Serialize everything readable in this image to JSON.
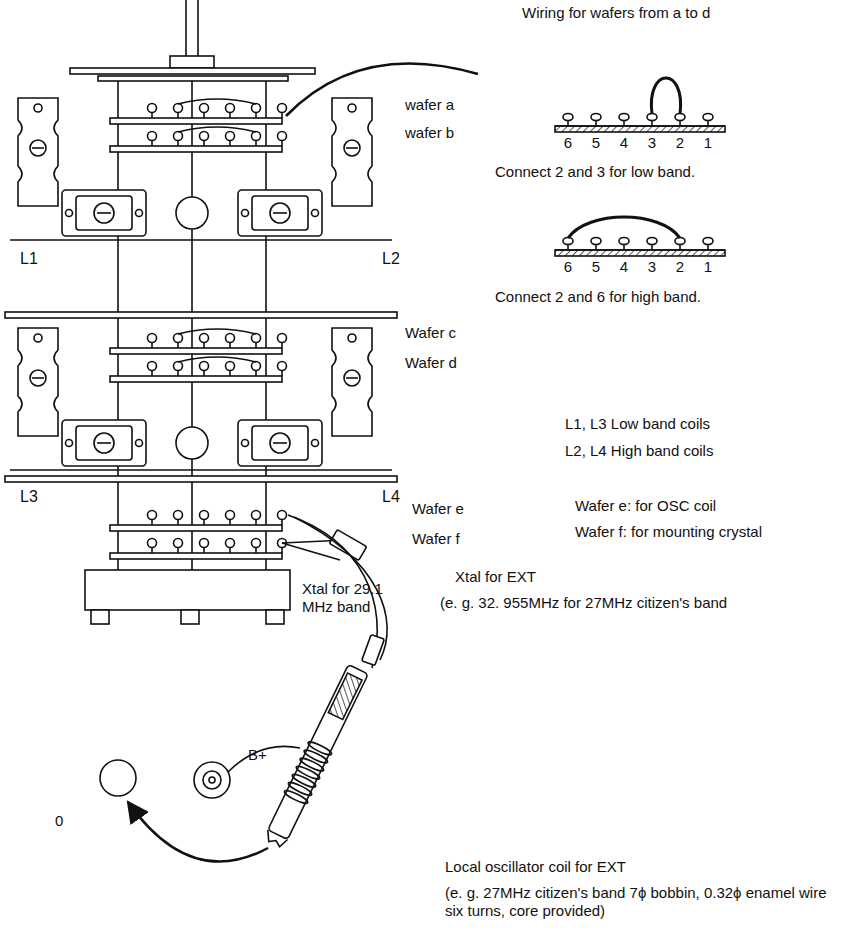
{
  "diagram": {
    "labels": [
      "Wiring for wafers from a to d",
      "6",
      "5",
      "4",
      "3",
      "2",
      "1",
      "Connect 2 and 3 for low band.",
      "6",
      "5",
      "4",
      "3",
      "2",
      "1",
      "Connect 2 and 6 for high band.",
      "wafer a",
      "wafer b",
      "Wafer c",
      "Wafer d",
      "Wafer e",
      "Wafer f",
      "L1",
      "L2",
      "L3",
      "L4",
      "L1, L3 Low band coils",
      "L2, L4 High band coils",
      "Wafer e: for OSC coil",
      "Wafer f: for mounting crystal",
      "Xtal for EXT",
      "(e. g. 32. 955MHz for 27MHz citizen's band",
      "Xtal for 29.1 MHz band",
      "B+",
      "0",
      "Local oscillator coil for EXT",
      "(e. g. 27MHz citizen's band 7ϕ bobbin, 0.32ϕ enamel wire six turns, core provided)"
    ]
  }
}
